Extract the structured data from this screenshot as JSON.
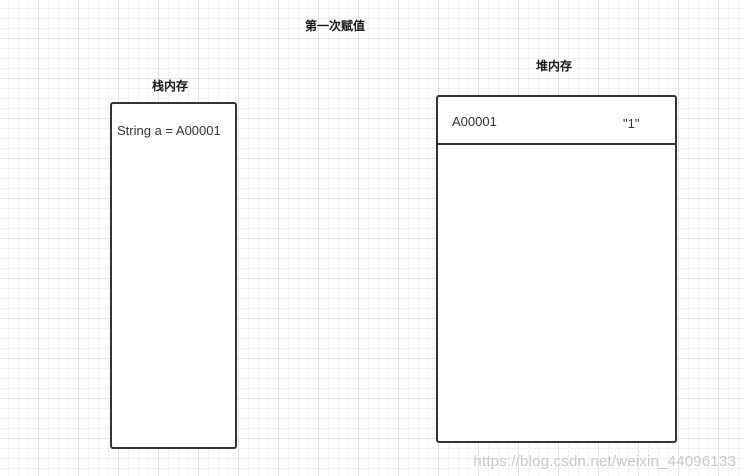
{
  "diagram": {
    "title": "第一次赋值"
  },
  "stack": {
    "title": "栈内存",
    "entry": "String a = A00001"
  },
  "heap": {
    "title": "堆内存",
    "address": "A00001",
    "value": "\"1\""
  },
  "watermark": "https://blog.csdn.net/weixin_44096133",
  "colors": {
    "border": "#333333",
    "grid": "#e4e4e4",
    "background": "#ffffff"
  }
}
